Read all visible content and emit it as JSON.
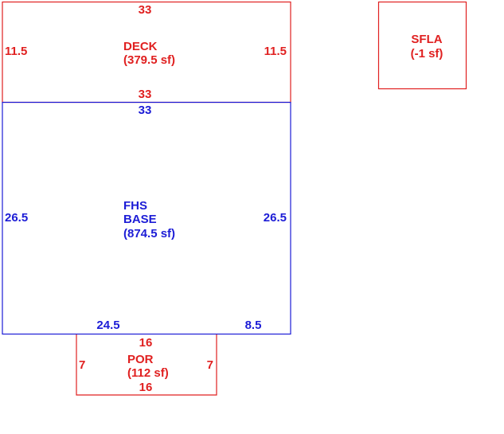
{
  "colors": {
    "red": "#e02020",
    "blue": "#1c1cd6"
  },
  "deck": {
    "name": "DECK",
    "area": "(379.5 sf)",
    "top": "33",
    "bottom": "33",
    "left": "11.5",
    "right": "11.5"
  },
  "base": {
    "name_line1": "FHS",
    "name_line2": "BASE",
    "area": "(874.5 sf)",
    "top": "33",
    "left": "26.5",
    "right": "26.5",
    "bottom_left": "24.5",
    "bottom_right": "8.5"
  },
  "porch": {
    "name": "POR",
    "area": "(112 sf)",
    "top": "16",
    "bottom": "16",
    "left": "7",
    "right": "7"
  },
  "sfla": {
    "name": "SFLA",
    "area": "(-1 sf)"
  }
}
